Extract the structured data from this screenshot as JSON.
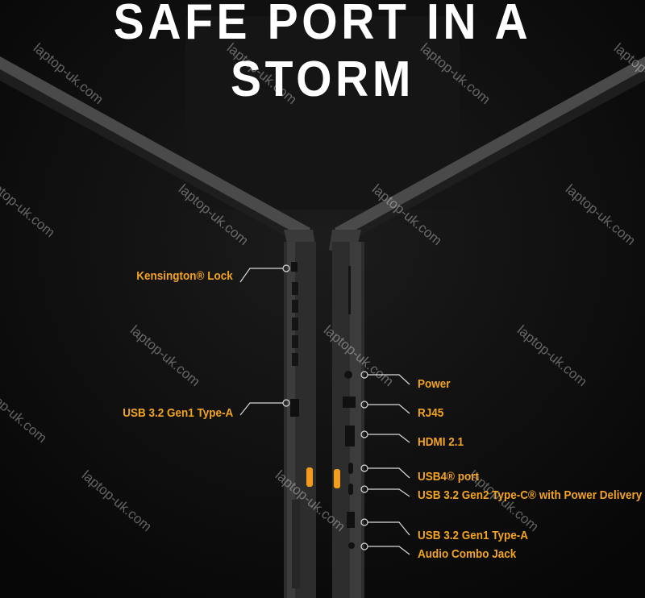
{
  "title": "SAFE PORT IN A STORM",
  "accent_color": "#f3a423",
  "watermark": "laptop-uk.com",
  "left_ports": [
    {
      "label": "Kensington® Lock"
    },
    {
      "label": "USB 3.2 Gen1 Type-A"
    }
  ],
  "right_ports": [
    {
      "label": "Power"
    },
    {
      "label": "RJ45"
    },
    {
      "label": "HDMI 2.1"
    },
    {
      "label": "USB4® port"
    },
    {
      "label": "USB 3.2 Gen2 Type-C® with Power Delivery"
    },
    {
      "label": "USB 3.2 Gen1 Type-A"
    },
    {
      "label": "Audio Combo Jack"
    }
  ]
}
